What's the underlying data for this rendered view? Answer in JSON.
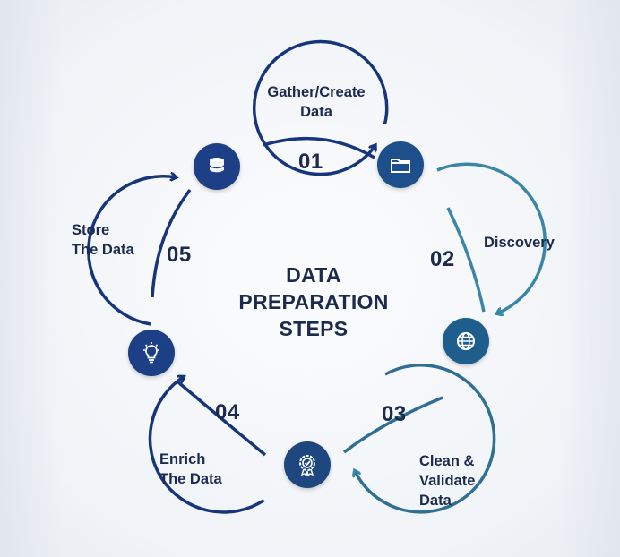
{
  "title": "DATA\nPREPARATION\nSTEPS",
  "colors": {
    "dark": "#17357a",
    "mid": "#2c5a8f",
    "teal": "#3a86a8",
    "text": "#1b2a4e"
  },
  "steps": [
    {
      "number": "01",
      "label": "Gather/Create\nData",
      "icon": "folder-icon"
    },
    {
      "number": "02",
      "label": "Discovery",
      "icon": "globe-icon"
    },
    {
      "number": "03",
      "label": "Clean &\nValidate\nData",
      "icon": "badge-check-icon"
    },
    {
      "number": "04",
      "label": "Enrich\nThe Data",
      "icon": "lightbulb-icon"
    },
    {
      "number": "05",
      "label": "Store\nThe Data",
      "icon": "database-icon"
    }
  ]
}
